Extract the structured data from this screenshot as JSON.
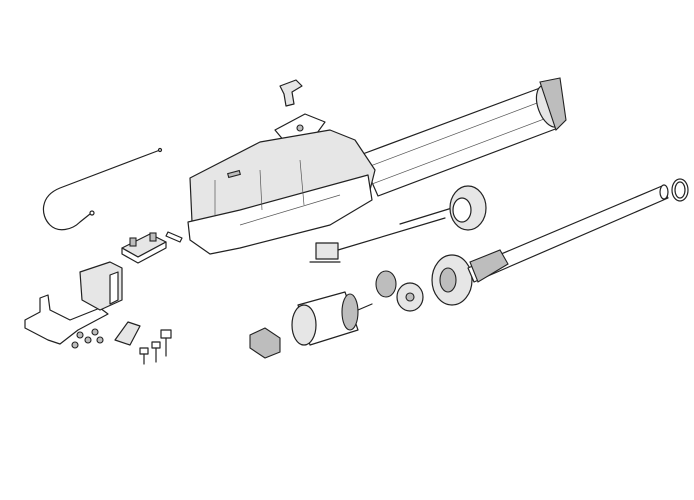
{
  "diagram": {
    "type": "exploded-view",
    "line_color": "#222222",
    "fill_color": "#e6e6e6",
    "background": "#ffffff",
    "parts": [
      "cable",
      "bracket-small",
      "pin",
      "mounting-bracket",
      "clip",
      "bolts",
      "release-key",
      "cover-bracket",
      "housing",
      "tube",
      "end-cap",
      "limit-switch",
      "encoder-disc",
      "connector",
      "motor",
      "gear-small",
      "gear-medium",
      "gear-large",
      "worm-screw",
      "ring"
    ]
  }
}
